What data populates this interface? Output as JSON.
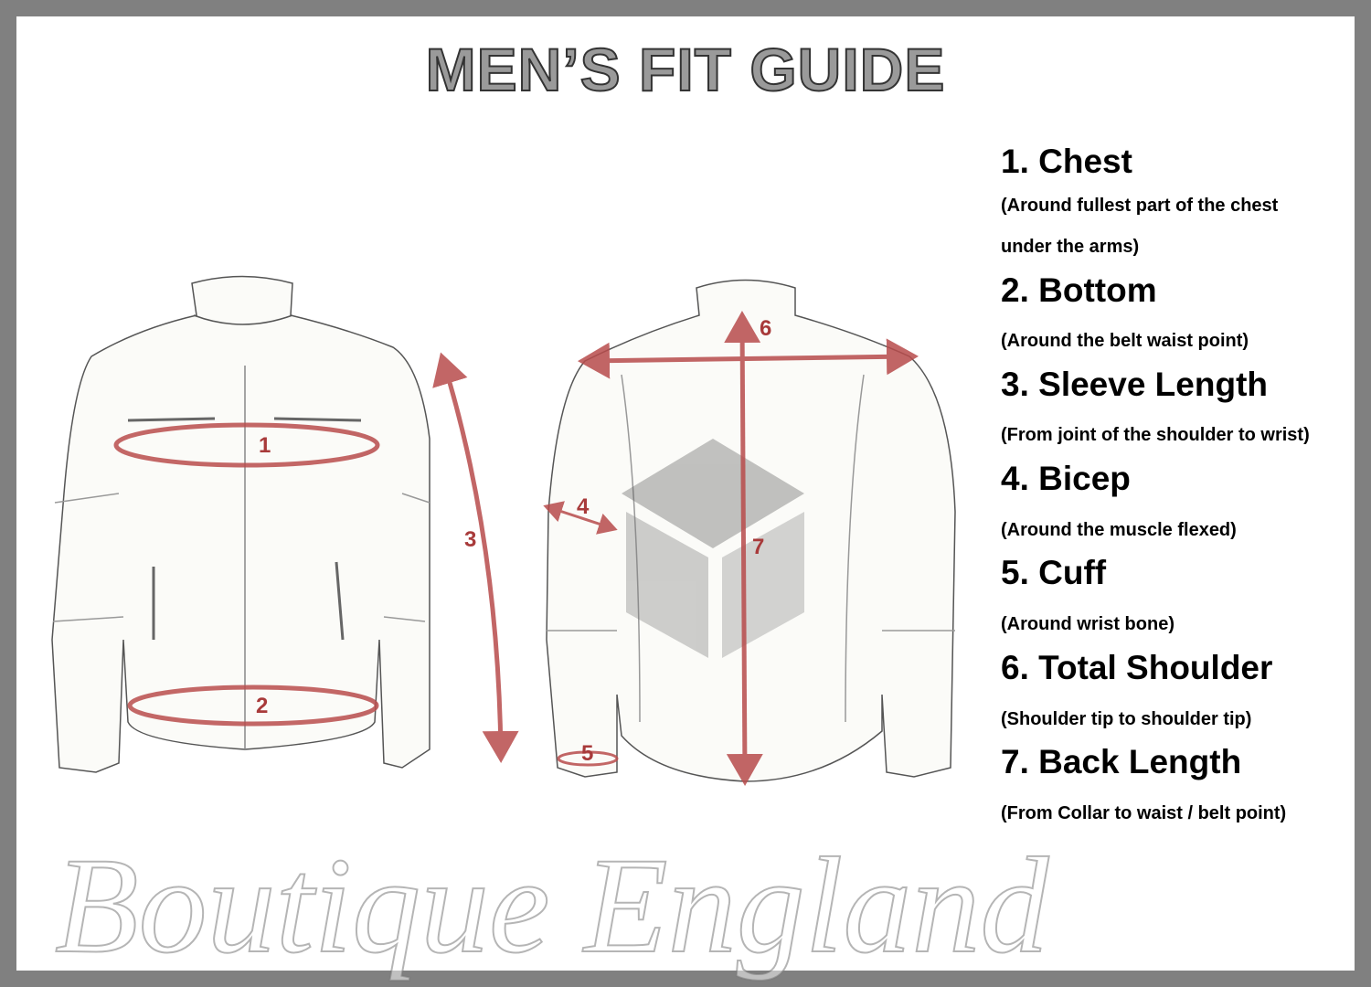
{
  "title": "MEN’S FIT GUIDE",
  "markers": [
    "1",
    "2",
    "3",
    "4",
    "5",
    "6",
    "7"
  ],
  "measurements": [
    {
      "heading": "1. Chest",
      "desc": [
        "(Around fullest part of the chest",
        "under the arms)"
      ]
    },
    {
      "heading": "2. Bottom",
      "desc": [
        "(Around the belt waist point)"
      ]
    },
    {
      "heading": "3. Sleeve Length",
      "desc": [
        "(From joint of the shoulder to wrist)"
      ]
    },
    {
      "heading": "4. Bicep",
      "desc": [
        "(Around the muscle flexed)"
      ]
    },
    {
      "heading": "5. Cuff",
      "desc": [
        "(Around wrist bone)"
      ]
    },
    {
      "heading": "6. Total Shoulder",
      "desc": [
        "(Shoulder tip to shoulder tip)"
      ]
    },
    {
      "heading": "7. Back Length",
      "desc": [
        "(From Collar to waist / belt point)"
      ]
    }
  ],
  "watermark": "Boutique England",
  "colors": {
    "arrow": "#b84c4c",
    "frame": "#808080",
    "title_fill": "#9a9a9a"
  }
}
